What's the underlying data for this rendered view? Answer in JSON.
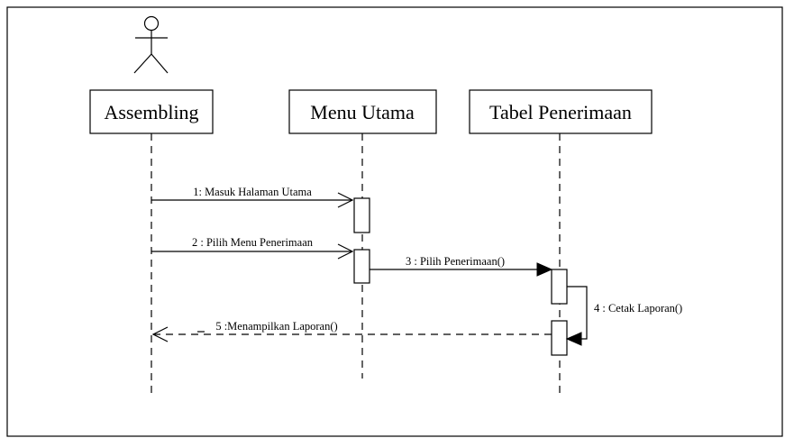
{
  "lifelines": [
    {
      "label": "Assembling"
    },
    {
      "label": "Menu Utama"
    },
    {
      "label": "Tabel Penerimaan"
    }
  ],
  "messages": [
    {
      "label": "1: Masuk Halaman Utama"
    },
    {
      "label": "2 : Pilih Menu Penerimaan"
    },
    {
      "label": "3 : Pilih Penerimaan()"
    },
    {
      "label": "4 : Cetak Laporan()"
    },
    {
      "label": "5 :Menampilkan Laporan()"
    }
  ]
}
